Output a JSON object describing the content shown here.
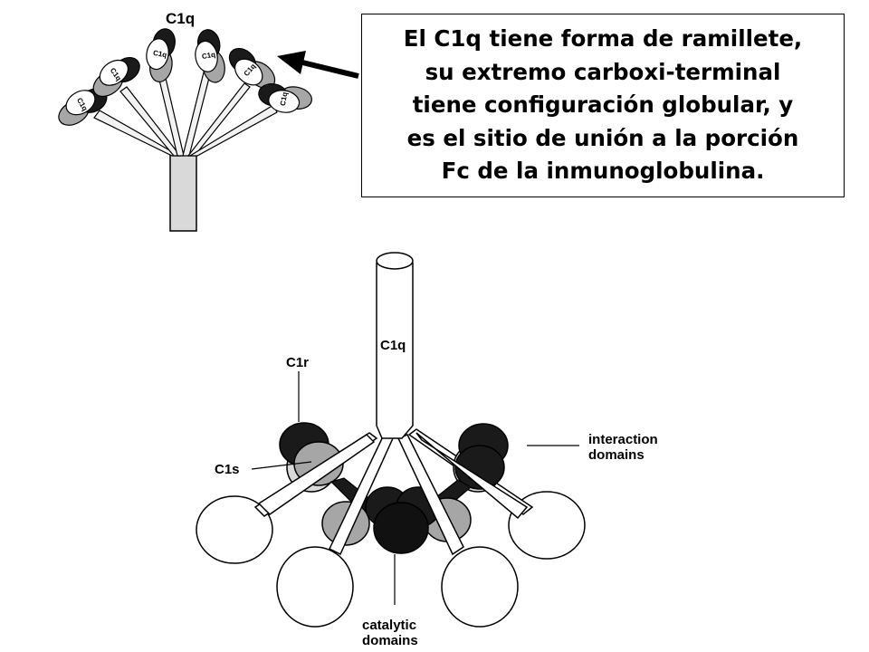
{
  "top_diagram": {
    "title": "C1q",
    "head_label": "C1q"
  },
  "callout": {
    "lines": [
      "El C1q tiene forma de ramillete,",
      "su extremo carboxi-terminal",
      "tiene configuración globular, y",
      "es el sitio de unión a la porción",
      "Fc de la inmunoglobulina."
    ]
  },
  "bottom_diagram": {
    "labels": {
      "c1q": "C1q",
      "c1r": "C1r",
      "c1s": "C1s",
      "interaction_line1": "interaction",
      "interaction_line2": "domains",
      "catalytic_line1": "catalytic",
      "catalytic_line2": "domains"
    }
  },
  "colors": {
    "stroke": "#000000",
    "light_gray": "#d9d9d9",
    "mid_gray": "#a6a6a6",
    "dark": "#1a1a1a",
    "white": "#ffffff"
  }
}
